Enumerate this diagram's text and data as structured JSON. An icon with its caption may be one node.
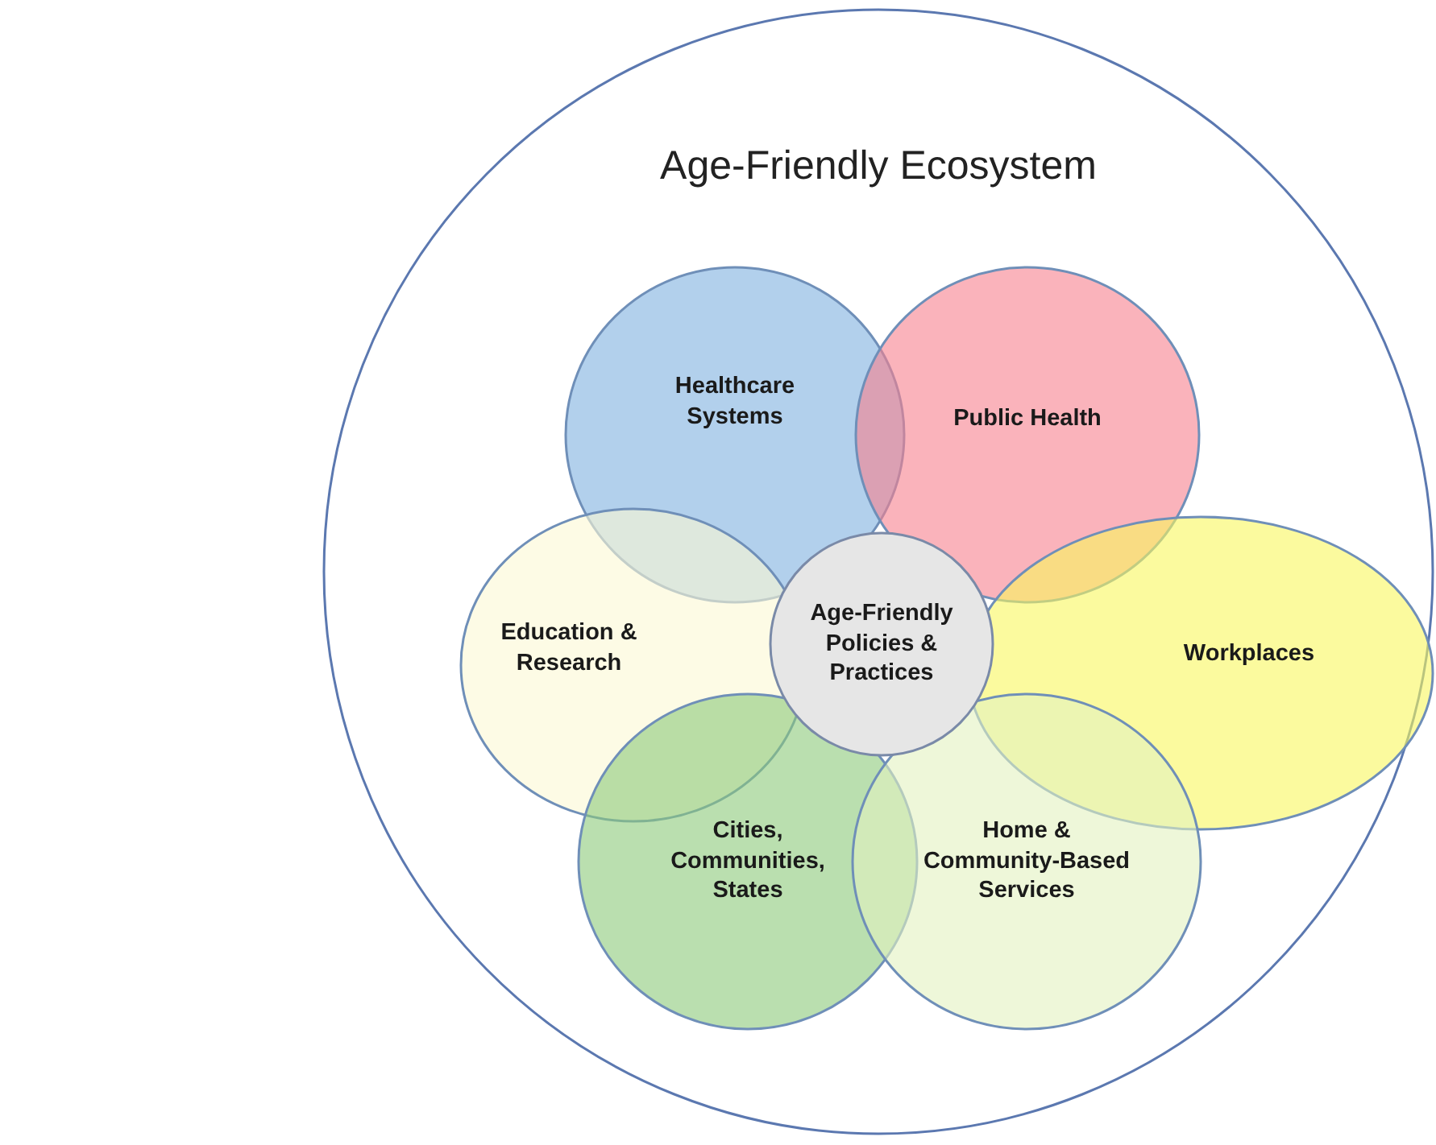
{
  "diagram": {
    "nodes": [
      {
        "text": [
          "Age-Friendly Ecosystem"
        ]
      },
      {
        "text": [
          "Healthcare Systems"
        ],
        "in": 0
      },
      {
        "text": [
          "Public Health"
        ],
        "in": 0
      },
      {
        "text": [
          "Education & Research"
        ],
        "in": 0
      },
      {
        "text": [
          "Workplaces"
        ],
        "in": 0
      },
      {
        "text": [
          "Cities, Communities, States"
        ],
        "in": 0
      },
      {
        "text": [
          "Home & Community-Based Services"
        ],
        "in": 0
      },
      {
        "text": [
          "Age-Friendly Policies & Practices"
        ],
        "in": 0
      }
    ]
  }
}
